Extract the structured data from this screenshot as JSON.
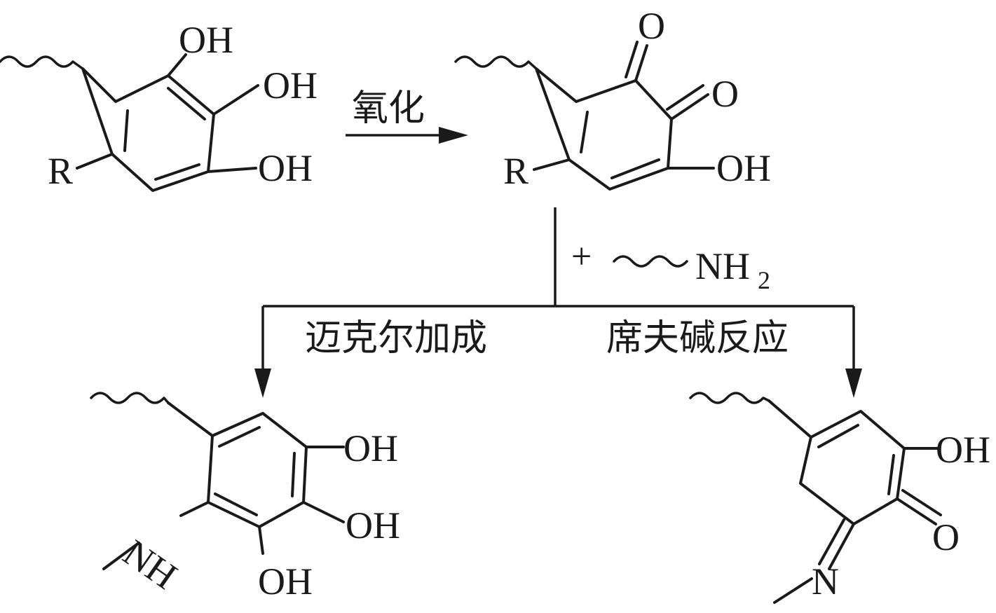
{
  "reaction": {
    "oxidation_label": "氧化",
    "plus_sign": "+",
    "michael_label": "迈克尔加成",
    "schiff_label": "席夫碱反应"
  },
  "pyrogallol": {
    "oh_top": "OH",
    "oh_mid": "OH",
    "oh_bottom": "OH",
    "r_group": "R"
  },
  "quinone": {
    "o_top": "O",
    "o_right": "O",
    "oh": "OH",
    "r_group": "R"
  },
  "amine": {
    "nh": "NH",
    "sub2": "2"
  },
  "michael_product": {
    "oh_top": "OH",
    "oh_mid": "OH",
    "oh_bottom": "OH",
    "nh": "NH"
  },
  "schiff_product": {
    "oh": "OH",
    "o": "O",
    "n": "N"
  }
}
